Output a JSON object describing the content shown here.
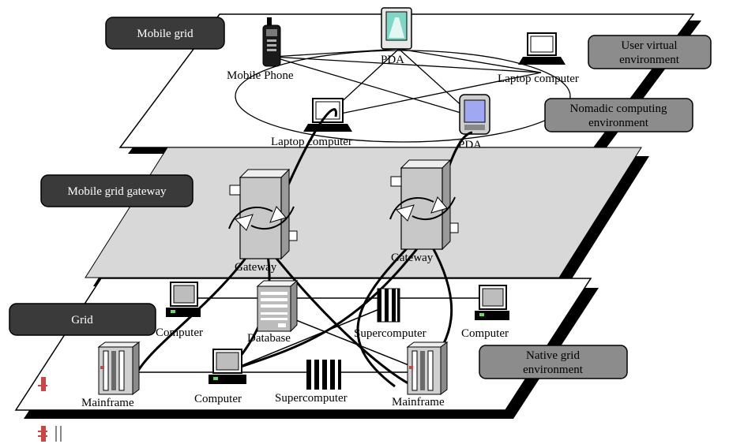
{
  "layers": {
    "mobile": {
      "label": "Mobile grid"
    },
    "gateway": {
      "label": "Mobile grid gateway"
    },
    "grid": {
      "label": "Grid"
    }
  },
  "environments": {
    "user_virtual": {
      "line1": "User virtual",
      "line2": "environment"
    },
    "nomadic": {
      "line1": "Nomadic computing",
      "line2": "environment"
    },
    "native": {
      "line1": "Native grid",
      "line2": "environment"
    }
  },
  "devices": {
    "pda_top": "PDA",
    "mobile_phone": "Mobile Phone",
    "laptop_right": "Laptop computer",
    "laptop_bottom": "Laptop computer",
    "pda_bottom": "PDA",
    "gateway_left": "Gateway",
    "gateway_right": "Gateway",
    "computer_top_left": "Computer",
    "database": "Database",
    "supercomputer_top": "Supercomputer",
    "computer_right": "Computer",
    "mainframe_left": "Mainframe",
    "computer_center": "Computer",
    "supercomputer_bottom": "Supercomputer",
    "mainframe_right": "Mainframe"
  },
  "colors": {
    "dark_pill": "#3a3a3a",
    "gray_pill": "#8c8c8c",
    "gateway_plane": "#d8d8d8",
    "shadow": "#000000"
  }
}
